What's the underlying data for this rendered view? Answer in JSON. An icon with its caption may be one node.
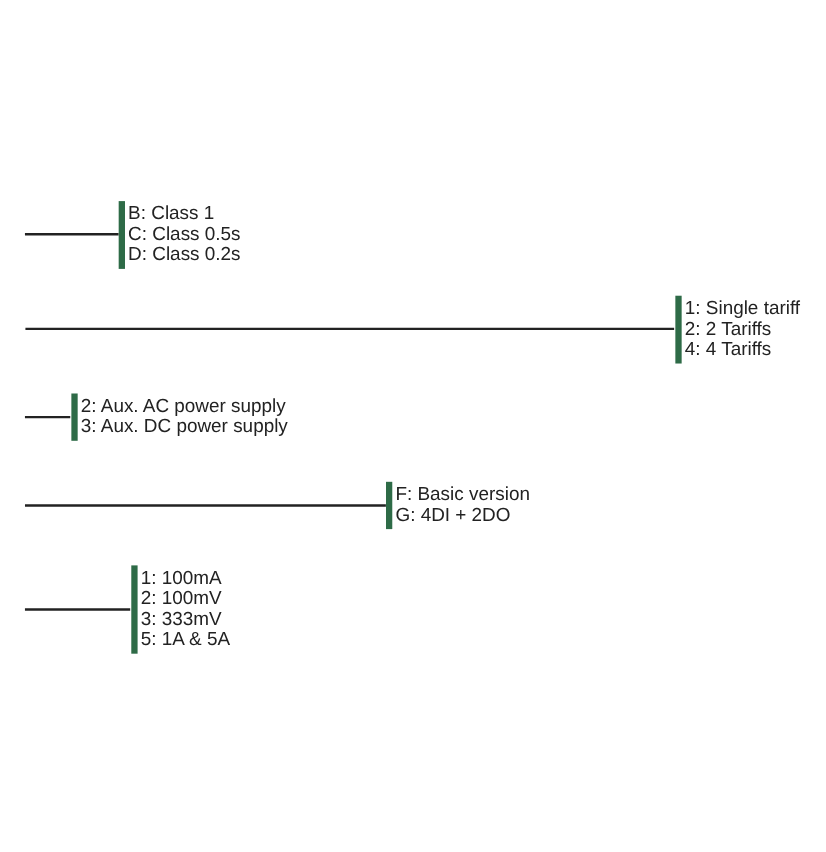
{
  "diagram": {
    "nodes": [
      {
        "text": [
          "1: 100mA",
          "2: 100mV",
          "3: 333mV",
          "5: 1A & 5A"
        ]
      },
      {
        "text": [
          "F: Basic version",
          "G: 4DI + 2DO"
        ]
      },
      {
        "text": [
          "2: Aux. AC power supply",
          "3: Aux. DC power supply"
        ]
      },
      {
        "text": [
          "1: Single tariff",
          "2: 2 Tariffs",
          "4: 4 Tariffs"
        ]
      },
      {
        "text": [
          "B: Class 1",
          "C: Class 0.5s",
          "D: Class 0.2s"
        ]
      }
    ],
    "edges": [
      {
        "from": null,
        "to": 0,
        "arrow": "none"
      },
      {
        "from": null,
        "to": 1,
        "arrow": "none"
      },
      {
        "from": null,
        "to": 2,
        "arrow": "none"
      },
      {
        "from": null,
        "to": 3,
        "arrow": "none"
      },
      {
        "from": null,
        "to": 4,
        "arrow": "none"
      }
    ]
  }
}
